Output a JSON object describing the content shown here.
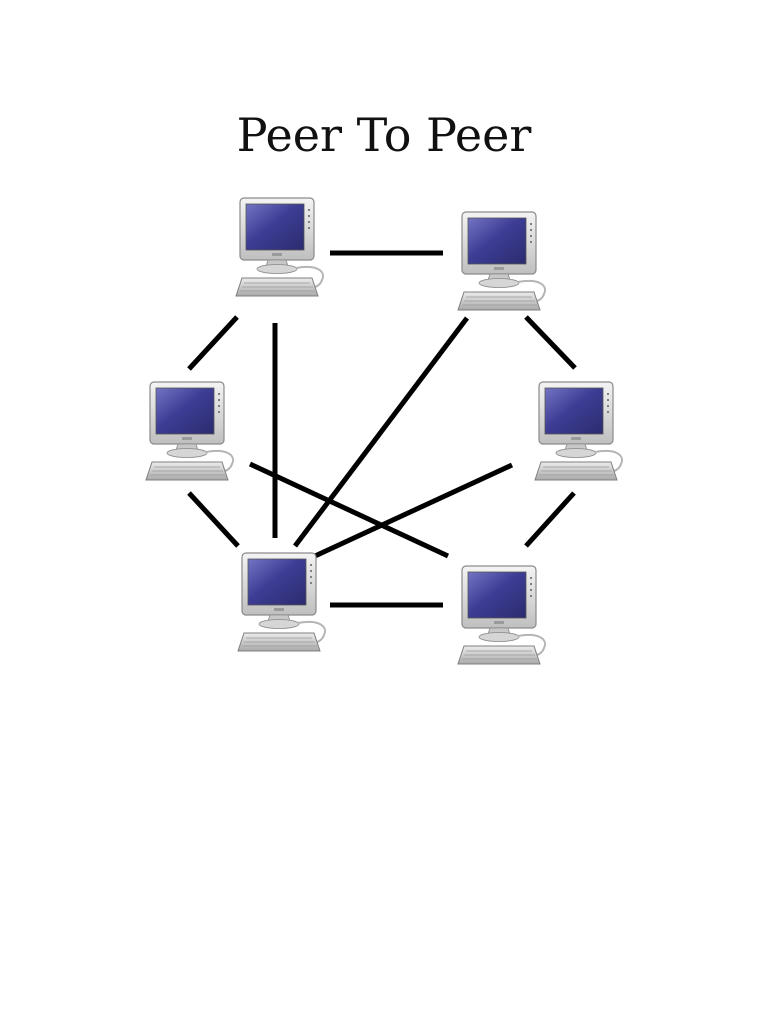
{
  "title": "Peer To Peer",
  "node_icon": "desktop-computer-icon",
  "nodes": [
    "top-left",
    "top-right",
    "middle-left",
    "middle-right",
    "bottom-left",
    "bottom-right"
  ],
  "links": [
    [
      "top-left",
      "top-right"
    ],
    [
      "top-left",
      "middle-left"
    ],
    [
      "top-left",
      "bottom-left"
    ],
    [
      "top-right",
      "middle-right"
    ],
    [
      "top-right",
      "bottom-left"
    ],
    [
      "middle-left",
      "bottom-left"
    ],
    [
      "middle-left",
      "bottom-right"
    ],
    [
      "middle-right",
      "bottom-left"
    ],
    [
      "middle-right",
      "bottom-right"
    ],
    [
      "bottom-left",
      "bottom-right"
    ]
  ],
  "colors": {
    "screen": "#3b3b8f",
    "screen_highlight": "#6a6ab8",
    "bezel": "#d9d9d9",
    "link": "#000000",
    "text": "#111111"
  }
}
